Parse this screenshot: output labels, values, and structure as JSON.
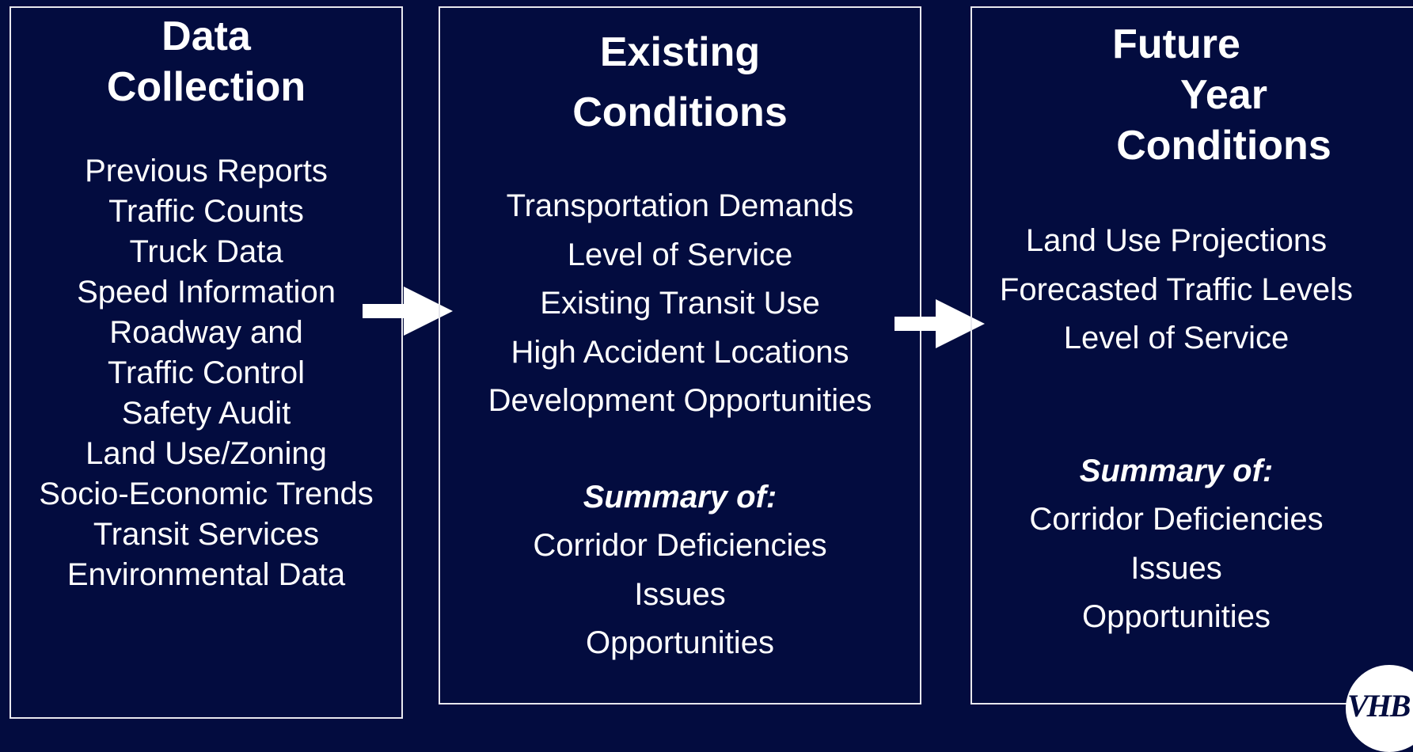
{
  "panels": {
    "data_collection": {
      "title": [
        "Data",
        "Collection"
      ],
      "items": [
        "Previous Reports",
        "Traffic Counts",
        "Truck Data",
        "Speed Information",
        "Roadway and",
        "Traffic Control",
        "Safety Audit",
        "Land Use/Zoning",
        "Socio-Economic Trends",
        "Transit Services",
        "Environmental Data"
      ]
    },
    "existing_conditions": {
      "title": [
        "Existing",
        "Conditions"
      ],
      "items": [
        "Transportation Demands",
        "Level of Service",
        "Existing Transit Use",
        "High Accident Locations",
        "Development Opportunities"
      ],
      "summary_heading": "Summary of:",
      "summary_items": [
        "Corridor Deficiencies",
        "Issues",
        "Opportunities"
      ]
    },
    "future_year_conditions": {
      "title": [
        "Future",
        "Year",
        "Conditions"
      ],
      "items": [
        "Land Use Projections",
        "Forecasted Traffic Levels",
        "Level of Service"
      ],
      "summary_heading": "Summary of:",
      "summary_items": [
        "Corridor Deficiencies",
        "Issues",
        "Opportunities"
      ]
    }
  },
  "logo": {
    "text": "VHB"
  },
  "colors": {
    "background": "#030c3f",
    "border": "#e8e8ee",
    "text": "#ffffff",
    "arrow": "#ffffff"
  },
  "icons": [
    "right-arrow-icon",
    "right-arrow-icon"
  ]
}
